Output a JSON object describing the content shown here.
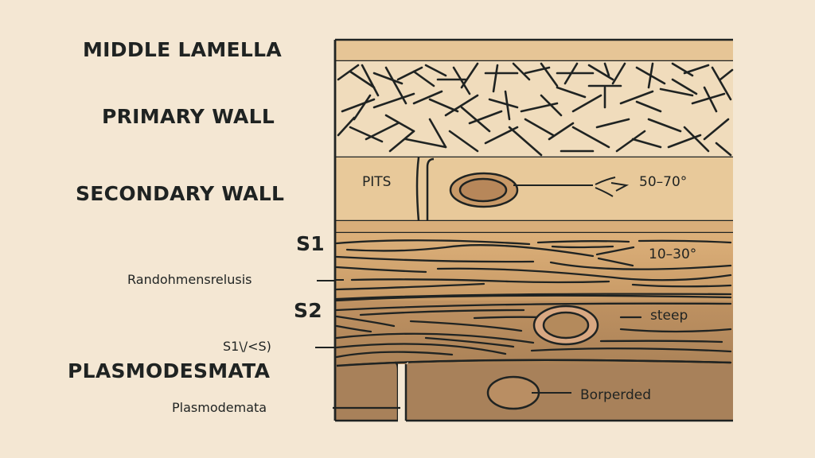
{
  "diagram": {
    "title_labels": {
      "middle_lamella": "MIDDLE LAMELLA",
      "primary_wall": "PRIMARY WALL",
      "secondary_wall": "SECONDARY WALL",
      "s1": "S1",
      "s2": "S2",
      "plasmodesmata": "PLASMODESMATA"
    },
    "callouts": {
      "random": "Randohmensrelusis",
      "s1_s3": "S1\\/<S)",
      "plasmodemata": "Plasmodemata"
    },
    "inner_labels": {
      "pits": "PITS",
      "angle_50_70": "50–70°",
      "angle_10_30": "10–30°",
      "steep": "steep",
      "bordered": "Borperded"
    },
    "colors": {
      "background": "#f4e7d3",
      "middle_lamella": "#e6c596",
      "primary_wall": "#f0dcbc",
      "secondary_band": "#e8c99a",
      "s1_layer": "#d8ad72",
      "s2_layer": "#b48a5c",
      "bottom_layer": "#a8815a",
      "outline": "#1f2322",
      "pit_outer": "#c99a68",
      "pit_inner": "#b7875a",
      "pit_s2_ring": "#d9a882"
    }
  }
}
